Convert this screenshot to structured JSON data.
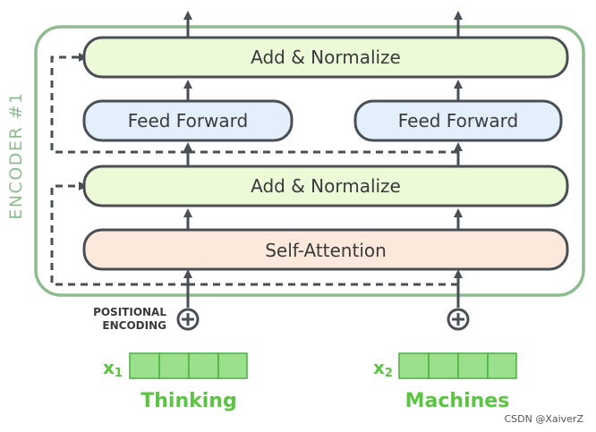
{
  "encoder": {
    "label": "ENCODER #1"
  },
  "layers": {
    "add_norm_top": "Add & Normalize",
    "feed_forward_left": "Feed Forward",
    "feed_forward_right": "Feed Forward",
    "add_norm_bottom": "Add & Normalize",
    "self_attention": "Self-Attention"
  },
  "positional_encoding": {
    "line1": "POSITIONAL",
    "line2": "ENCODING"
  },
  "inputs": [
    {
      "symbol": "x",
      "subscript": "1",
      "word": "Thinking"
    },
    {
      "symbol": "x",
      "subscript": "2",
      "word": "Machines"
    }
  ],
  "watermark": "CSDN @XaiverZ",
  "colors": {
    "encoder_border": "#8fbc8f",
    "add_norm_fill": "#ecfad8",
    "feed_forward_fill": "#e3f0fc",
    "self_attention_fill": "#fde9db",
    "box_stroke": "#4a4f55",
    "arrow": "#4a4f55",
    "input_green": "#5bc442",
    "cell_fill": "#9be08d",
    "cell_stroke": "#4caf3e"
  }
}
